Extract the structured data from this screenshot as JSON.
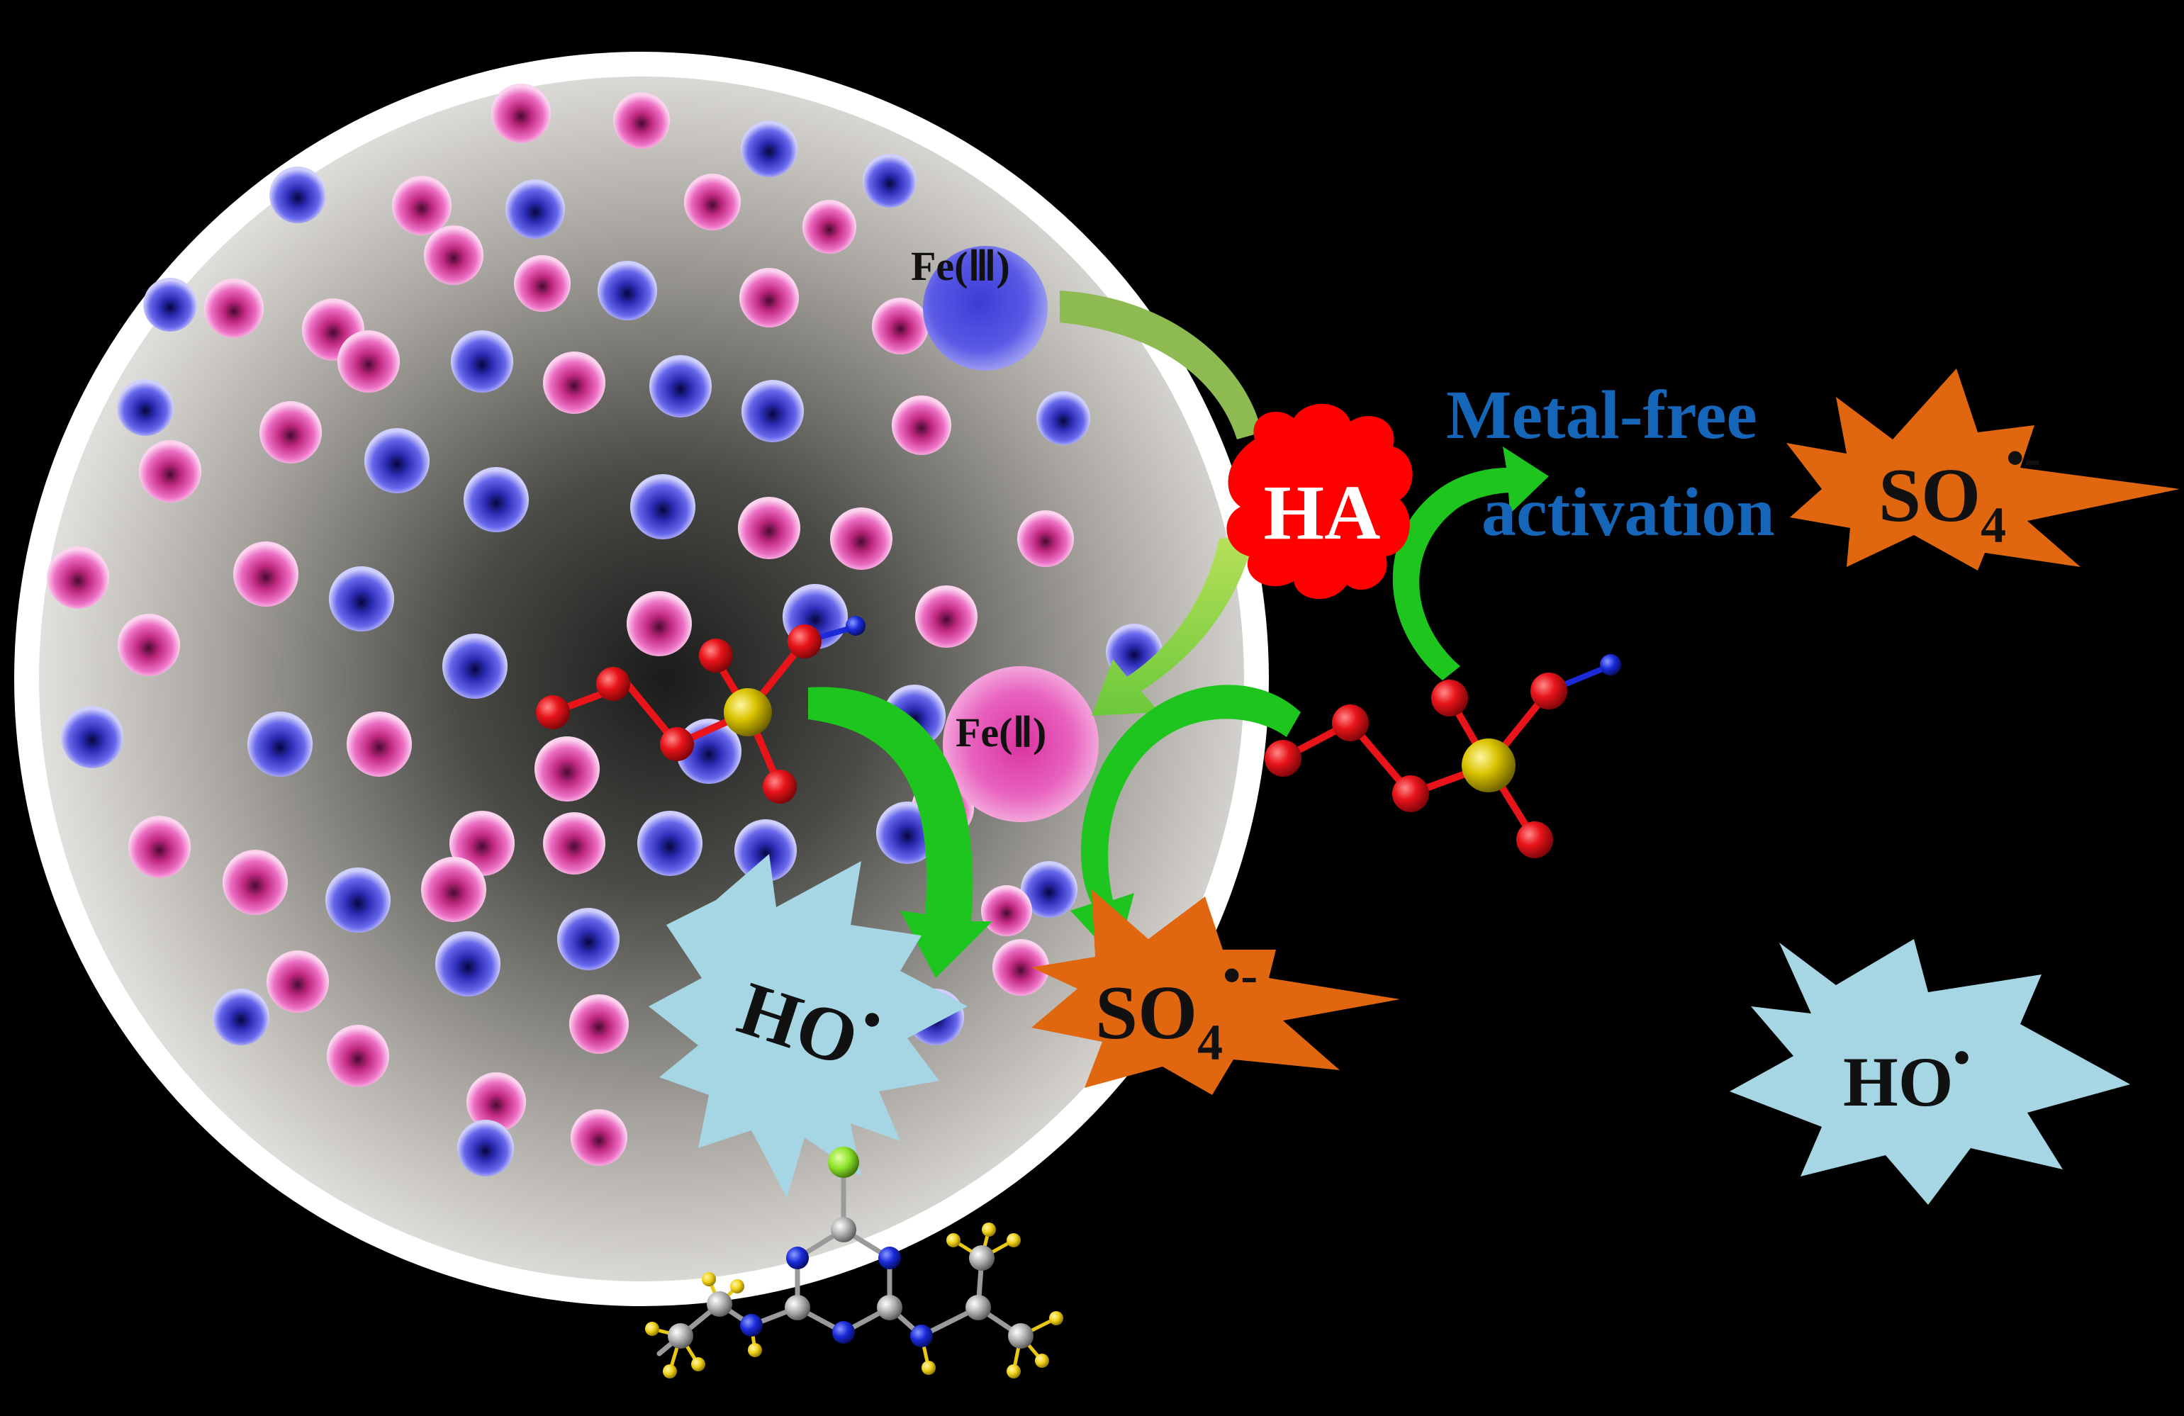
{
  "labels": {
    "fe3": "Fe(Ⅲ)",
    "fe2": "Fe(Ⅱ)",
    "ha": "HA",
    "metal_free_line1": "Metal-free",
    "metal_free_line2": "activation",
    "so4_left_base": "SO",
    "so4_left_sub": "4",
    "so4_left_sup": "•-",
    "so4_right_base": "SO",
    "so4_right_sub": "4",
    "so4_right_sup": "•-",
    "ho_left_base": "HO",
    "ho_left_sup": "•",
    "ho_right_base": "HO",
    "ho_right_sup": "•"
  },
  "colors": {
    "background": "#000000",
    "fe3_sphere": "#4b4be0",
    "fe2_sphere": "#e24fb6",
    "ha_blob": "#ff0000",
    "ha_text": "#ffffff",
    "metal_free_text": "#1565b8",
    "so4_burst": "#e0660f",
    "ho_burst": "#a6d5e3",
    "arrow_green": "#1ec51e",
    "arrow_lightgreen": "#8fd43a",
    "oxygen_atom": "#e8141a",
    "sulfur_atom": "#d9c300",
    "hydrogen_atom": "#1a2ad9",
    "carbon_atom": "#b0b0b0",
    "nitrogen_atom": "#1f35e0",
    "chlorine_atom": "#8ce42a",
    "hydrogen_atom_small": "#f2d21a"
  },
  "icons": {
    "particle": "catalyst-sphere-icon",
    "persulfate": "peroxymonosulfate-molecule-icon",
    "pollutant": "atrazine-molecule-icon",
    "burst": "radical-burst-icon"
  }
}
